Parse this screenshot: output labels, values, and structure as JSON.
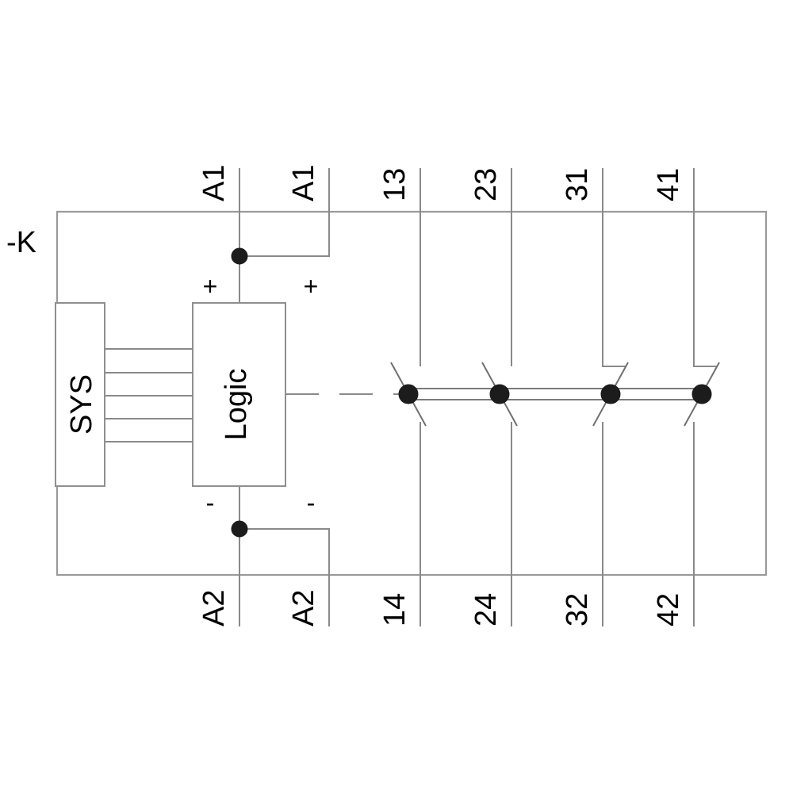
{
  "diagram": {
    "designation": "-K",
    "blocks": [
      {
        "id": "sys",
        "label": "SYS"
      },
      {
        "id": "logic",
        "label": "Logic"
      }
    ],
    "coil": {
      "positive_sign": "+",
      "negative_sign": "-",
      "terminals_top": [
        "A1",
        "A1"
      ],
      "terminals_bottom": [
        "A2",
        "A2"
      ]
    },
    "contacts": [
      {
        "type": "NO",
        "top_terminal": "13",
        "bottom_terminal": "14"
      },
      {
        "type": "NO",
        "top_terminal": "23",
        "bottom_terminal": "24"
      },
      {
        "type": "NC",
        "top_terminal": "31",
        "bottom_terminal": "32"
      },
      {
        "type": "NC",
        "top_terminal": "41",
        "bottom_terminal": "42"
      }
    ],
    "top_labels": [
      "A1",
      "A1",
      "13",
      "23",
      "31",
      "41"
    ],
    "bottom_labels": [
      "A2",
      "A2",
      "14",
      "24",
      "32",
      "42"
    ],
    "colors": {
      "wire": "#8a8a8a",
      "frame": "#9a9a9a",
      "node": "#1c1c1c",
      "text": "#000000",
      "background": "#ffffff"
    }
  }
}
